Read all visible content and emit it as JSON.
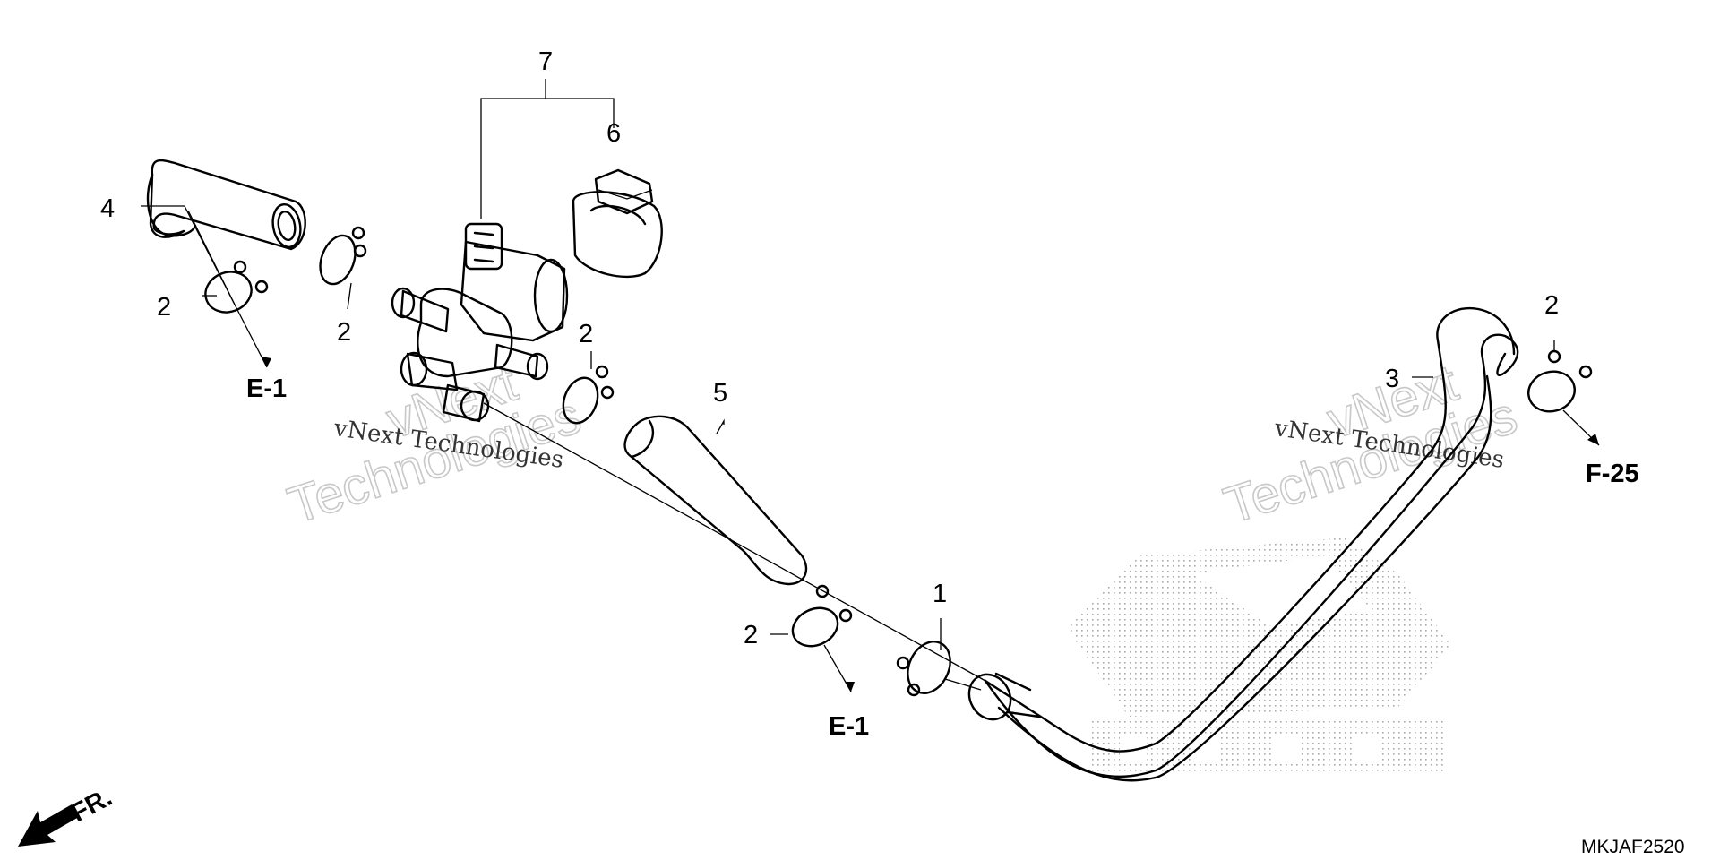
{
  "labels": {
    "p1": "1",
    "p2a": "2",
    "p2b": "2",
    "p2c": "2",
    "p2d": "2",
    "p2e": "2",
    "p3": "3",
    "p4": "4",
    "p5": "5",
    "p6": "6",
    "p7": "7"
  },
  "refs": {
    "e1_left": "E-1",
    "e1_bottom": "E-1",
    "f25": "F-25"
  },
  "front_marker": "FR.",
  "drawing_code": "MKJAF2520",
  "watermarks": {
    "left_line1": "vNext",
    "left_line2": "Technologies",
    "left_small": "vNext Technologies",
    "right_line1": "vNext",
    "right_line2": "Technologies",
    "right_small": "vNext Technologies"
  }
}
